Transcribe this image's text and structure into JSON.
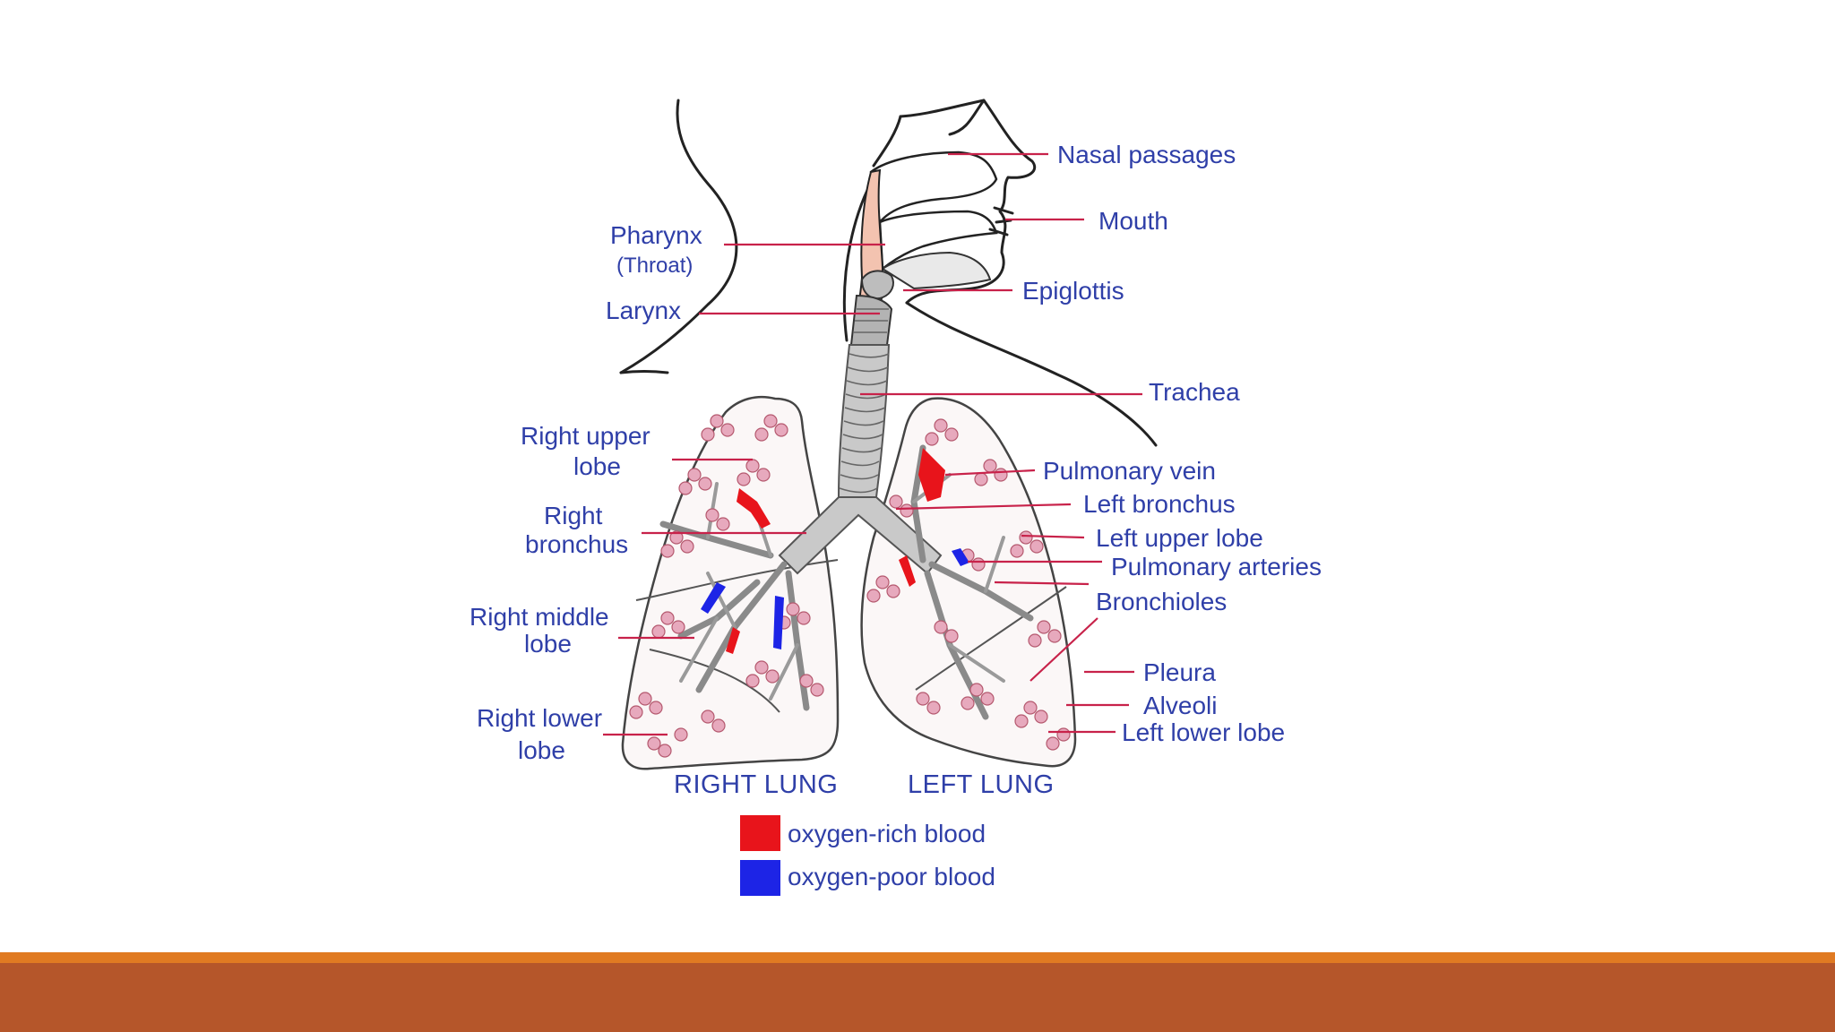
{
  "labels": {
    "nasal_passages": "Nasal passages",
    "mouth": "Mouth",
    "pharynx": "Pharynx",
    "throat": "(Throat)",
    "epiglottis": "Epiglottis",
    "larynx": "Larynx",
    "trachea": "Trachea",
    "right_upper_lobe_1": "Right upper",
    "right_upper_lobe_2": "lobe",
    "pulmonary_vein": "Pulmonary vein",
    "left_bronchus": "Left bronchus",
    "right_bronchus_1": "Right",
    "right_bronchus_2": "bronchus",
    "left_upper_lobe": "Left upper lobe",
    "pulmonary_arteries": "Pulmonary arteries",
    "bronchioles": "Bronchioles",
    "right_middle_lobe_1": "Right middle",
    "right_middle_lobe_2": "lobe",
    "pleura": "Pleura",
    "alveoli": "Alveoli",
    "right_lower_lobe_1": "Right lower",
    "right_lower_lobe_2": "lobe",
    "left_lower_lobe": "Left lower lobe",
    "right_lung": "RIGHT LUNG",
    "left_lung": "LEFT LUNG"
  },
  "legend": {
    "items": [
      {
        "label": "oxygen-rich blood",
        "color": "#e8141b"
      },
      {
        "label": "oxygen-poor blood",
        "color": "#1d24e6"
      }
    ]
  },
  "colors": {
    "label_text": "#2f3fa8",
    "leader_line": "#c8224a",
    "footer_accent": "#e07a22",
    "footer_bar": "#b5562a",
    "alveoli_fill": "#e7a9bd",
    "pharynx_fill": "#f3c3b0"
  }
}
